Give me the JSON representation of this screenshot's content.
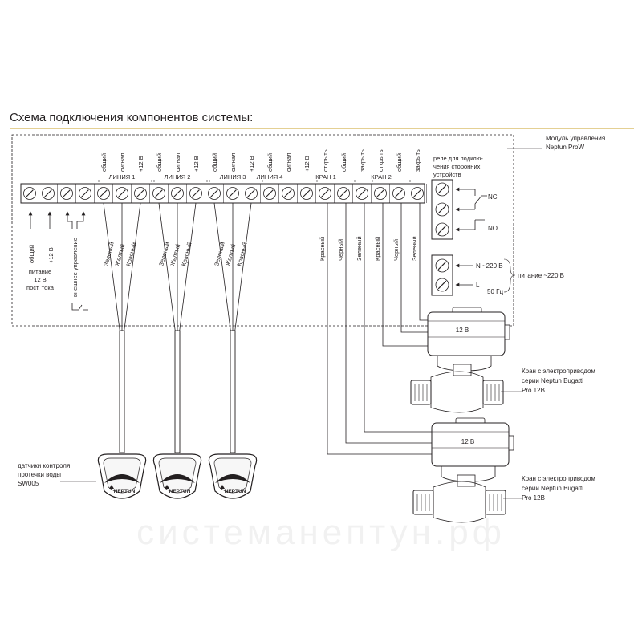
{
  "title": "Схема подключения компонентов системы:",
  "watermark": "системанептун.рф",
  "controller_label": {
    "line1": "Модуль управления",
    "line2": "Neptun ProW"
  },
  "top_terminal_labels": [
    "общий",
    "сигнал",
    "+12 В",
    "общий",
    "сигнал",
    "+12 В",
    "общий",
    "сигнал",
    "+12 В",
    "общий",
    "сигнал",
    "+12 В",
    "открыть",
    "общий",
    "закрыть",
    "открыть",
    "общий",
    "закрыть"
  ],
  "groups": [
    "ЛИНИЯ 1",
    "ЛИНИЯ 2",
    "ЛИНИЯ 3",
    "ЛИНИЯ 4",
    "КРАН 1",
    "КРАН 2"
  ],
  "bottom_left_labels": [
    "общий",
    "+12 В",
    "внешнее управление"
  ],
  "power_12v_label": [
    "питание",
    "12 В",
    "пост. тока"
  ],
  "sensor_wire_colors": [
    "Зеленый",
    "Желтый",
    "Красный"
  ],
  "valve_wire_colors": [
    "Красный",
    "Черный",
    "Зеленый"
  ],
  "relay": {
    "label": [
      "реле для подклю-",
      "чения сторонних",
      "устройств"
    ],
    "nc": "NC",
    "no": "NO"
  },
  "power_220": {
    "n": "N ~220 В",
    "l": "L",
    "hz": "50 Гц",
    "label": "питание ~220 В"
  },
  "valve_label": [
    "Кран с электроприводом",
    "серии Neptun Bugatti",
    "Pro 12В"
  ],
  "actuator_voltage": "12 В",
  "sensor_label": [
    "датчики контроля",
    "протечки воды",
    "SW005"
  ],
  "sensor_brand": "NEPTUN"
}
